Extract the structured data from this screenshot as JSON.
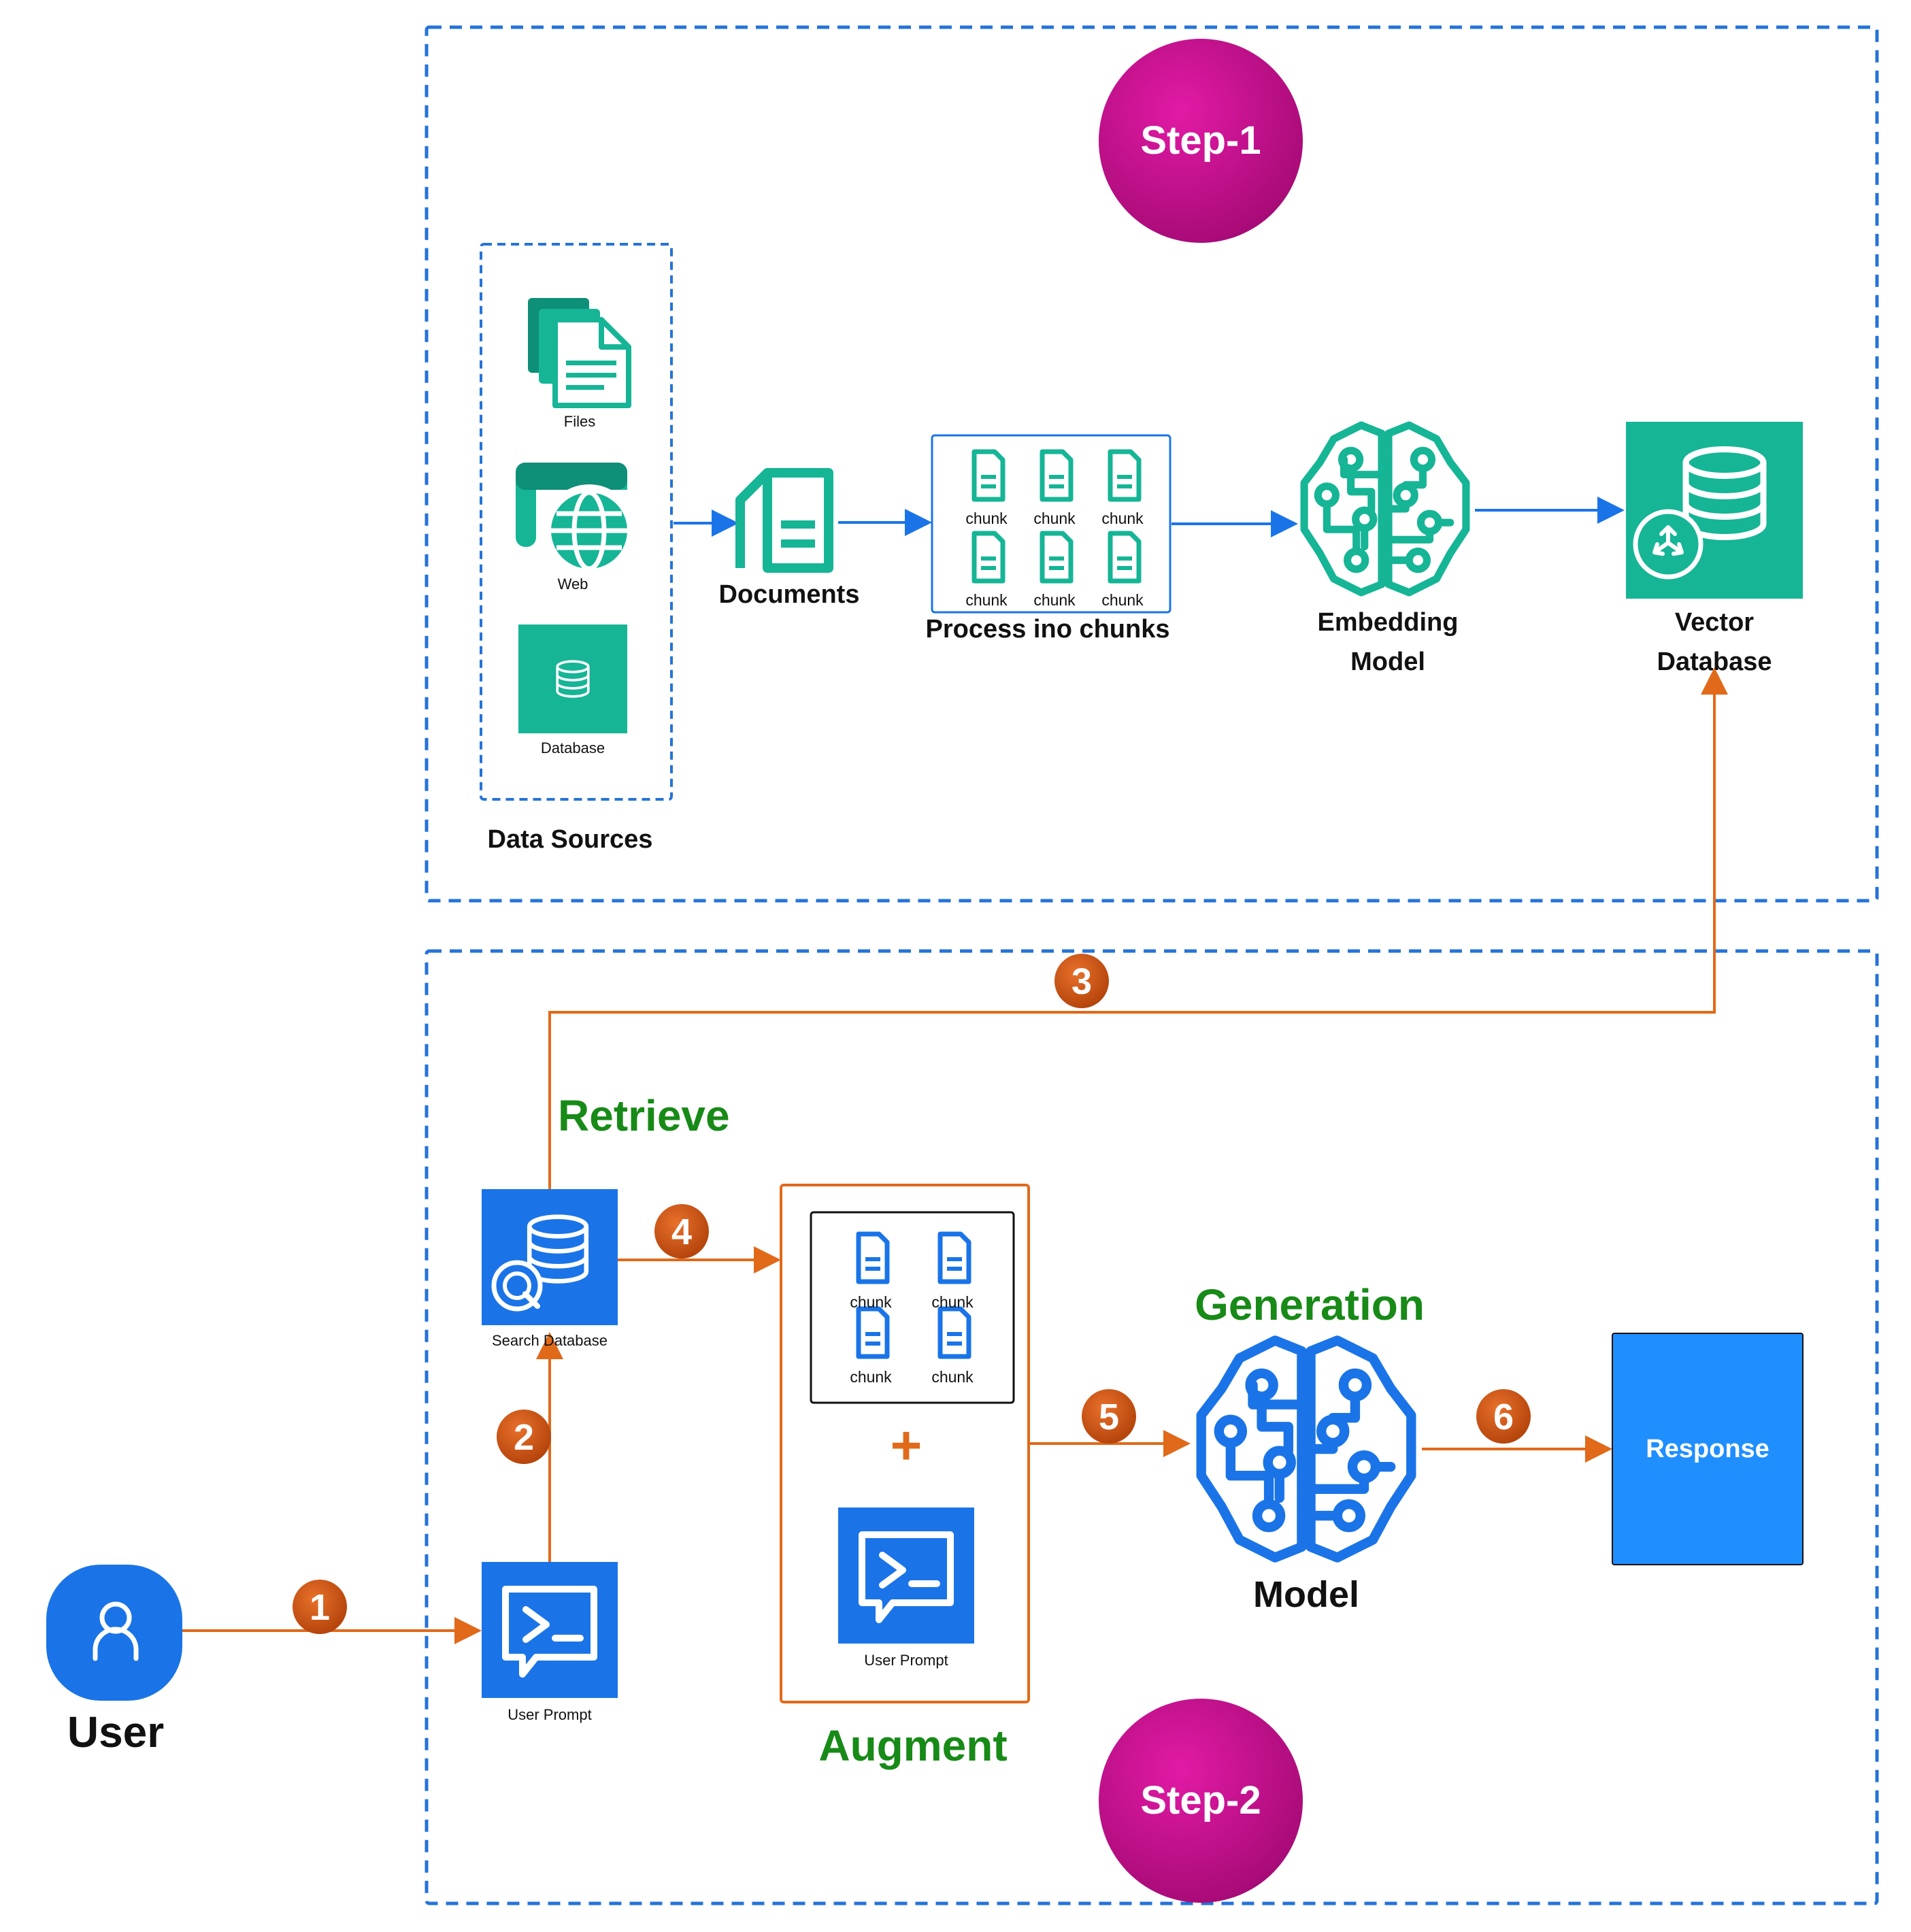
{
  "step1": {
    "badge": "Step-1",
    "data_sources": {
      "label": "Data Sources",
      "items": [
        {
          "label": "Files",
          "icon": "files-icon"
        },
        {
          "label": "Web",
          "icon": "web-icon"
        },
        {
          "label": "Database",
          "icon": "database-icon"
        }
      ]
    },
    "documents": {
      "label": "Documents",
      "icon": "document-icon"
    },
    "chunks": {
      "label": "Process ino chunks",
      "items": [
        "chunk",
        "chunk",
        "chunk",
        "chunk",
        "chunk",
        "chunk"
      ]
    },
    "embedding": {
      "label_line1": "Embedding",
      "label_line2": "Model",
      "icon": "brain-circuit-icon"
    },
    "vector_db": {
      "label_line1": "Vector",
      "label_line2": "Database",
      "icon": "vector-database-icon"
    }
  },
  "step2": {
    "badge": "Step-2",
    "user": {
      "label": "User",
      "icon": "user-icon"
    },
    "user_prompt": {
      "label": "User Prompt",
      "icon": "prompt-icon"
    },
    "search_db": {
      "label": "Search Database",
      "icon": "search-database-icon"
    },
    "retrieve": "Retrieve",
    "augment": {
      "label": "Augment",
      "chunks": [
        "chunk",
        "chunk",
        "chunk",
        "chunk"
      ],
      "plus": "+",
      "prompt_label": "User Prompt"
    },
    "generation": "Generation",
    "model": {
      "label": "Model",
      "icon": "brain-circuit-icon"
    },
    "response": "Response",
    "steps": [
      "1",
      "2",
      "3",
      "4",
      "5",
      "6"
    ]
  },
  "colors": {
    "teal": "#15B596",
    "teal_dark": "#0E8F78",
    "blue": "#1A74E8",
    "blue_response": "#1F8FFF",
    "orange": "#E06A1A",
    "green_text": "#178A17",
    "magenta": "#C8128E",
    "dashed_border": "#2573D9"
  }
}
